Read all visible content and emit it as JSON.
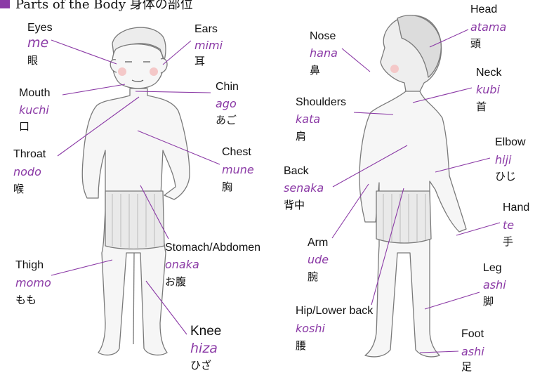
{
  "title": "Parts of the Body 身体の部位",
  "accent_color": "#8b3aa6",
  "labels": {
    "eyes": {
      "en": "Eyes",
      "ro": "me",
      "jp": "眼"
    },
    "ears": {
      "en": "Ears",
      "ro": "mimi",
      "jp": "耳"
    },
    "mouth": {
      "en": "Mouth",
      "ro": "kuchi",
      "jp": "口"
    },
    "chin": {
      "en": "Chin",
      "ro": "ago",
      "jp": "あご"
    },
    "throat": {
      "en": "Throat",
      "ro": "nodo",
      "jp": "喉"
    },
    "chest": {
      "en": "Chest",
      "ro": "mune",
      "jp": "胸"
    },
    "stomach": {
      "en": "Stomach/Abdomen",
      "ro": "onaka",
      "jp": "お腹"
    },
    "thigh": {
      "en": "Thigh",
      "ro": "momo",
      "jp": "もも"
    },
    "knee": {
      "en": "Knee",
      "ro": "hiza",
      "jp": "ひざ"
    },
    "nose": {
      "en": "Nose",
      "ro": "hana",
      "jp": "鼻"
    },
    "head": {
      "en": "Head",
      "ro": "atama",
      "jp": "頭"
    },
    "neck": {
      "en": "Neck",
      "ro": "kubi",
      "jp": "首"
    },
    "shoulders": {
      "en": "Shoulders",
      "ro": "kata",
      "jp": "肩"
    },
    "elbow": {
      "en": "Elbow",
      "ro": "hiji",
      "jp": "ひじ"
    },
    "back": {
      "en": "Back",
      "ro": "senaka",
      "jp": "背中"
    },
    "hand": {
      "en": "Hand",
      "ro": "te",
      "jp": "手"
    },
    "arm": {
      "en": "Arm",
      "ro": "ude",
      "jp": "腕"
    },
    "leg": {
      "en": "Leg",
      "ro": "ashi",
      "jp": "脚"
    },
    "hip": {
      "en": "Hip/Lower back",
      "ro": "koshi",
      "jp": "腰"
    },
    "foot": {
      "en": "Foot",
      "ro": "ashi",
      "jp": "足"
    }
  }
}
